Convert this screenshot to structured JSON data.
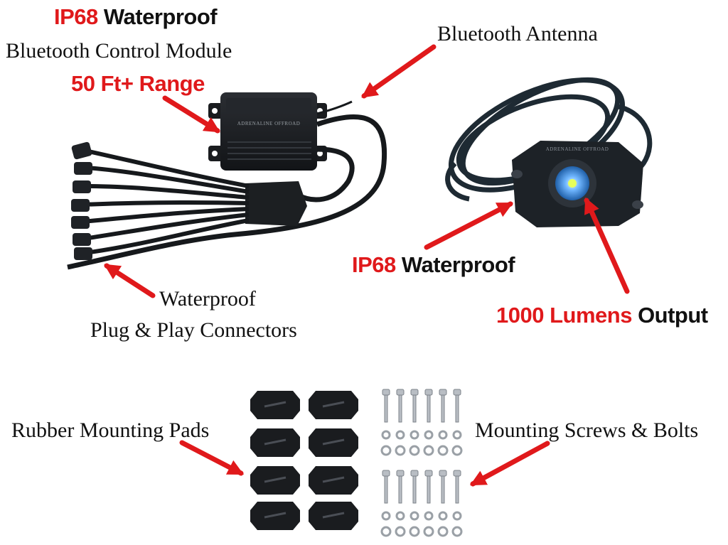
{
  "labels": {
    "module_ip68": "IP68",
    "module_waterproof": "Waterproof",
    "module_title": "Bluetooth Control Module",
    "range": "50 Ft+ Range",
    "antenna": "Bluetooth Antenna",
    "connectors_line1": "Waterproof",
    "connectors_line2": "Plug & Play Connectors",
    "light_ip68": "IP68",
    "light_waterproof": "Waterproof",
    "lumens_value": "1000 Lumens",
    "lumens_output": "Output",
    "pads": "Rubber Mounting Pads",
    "screws": "Mounting Screws & Bolts"
  },
  "logos": {
    "module_brand": "ADRENALINE OFFROAD",
    "light_brand": "ADRENALINE OFFROAD"
  },
  "colors": {
    "accent_red": "#e0191b",
    "text": "#111111",
    "product_black": "#1a1c1f",
    "cable": "#1e2a33"
  },
  "icons": {
    "arrow": "red-arrow-icon"
  }
}
